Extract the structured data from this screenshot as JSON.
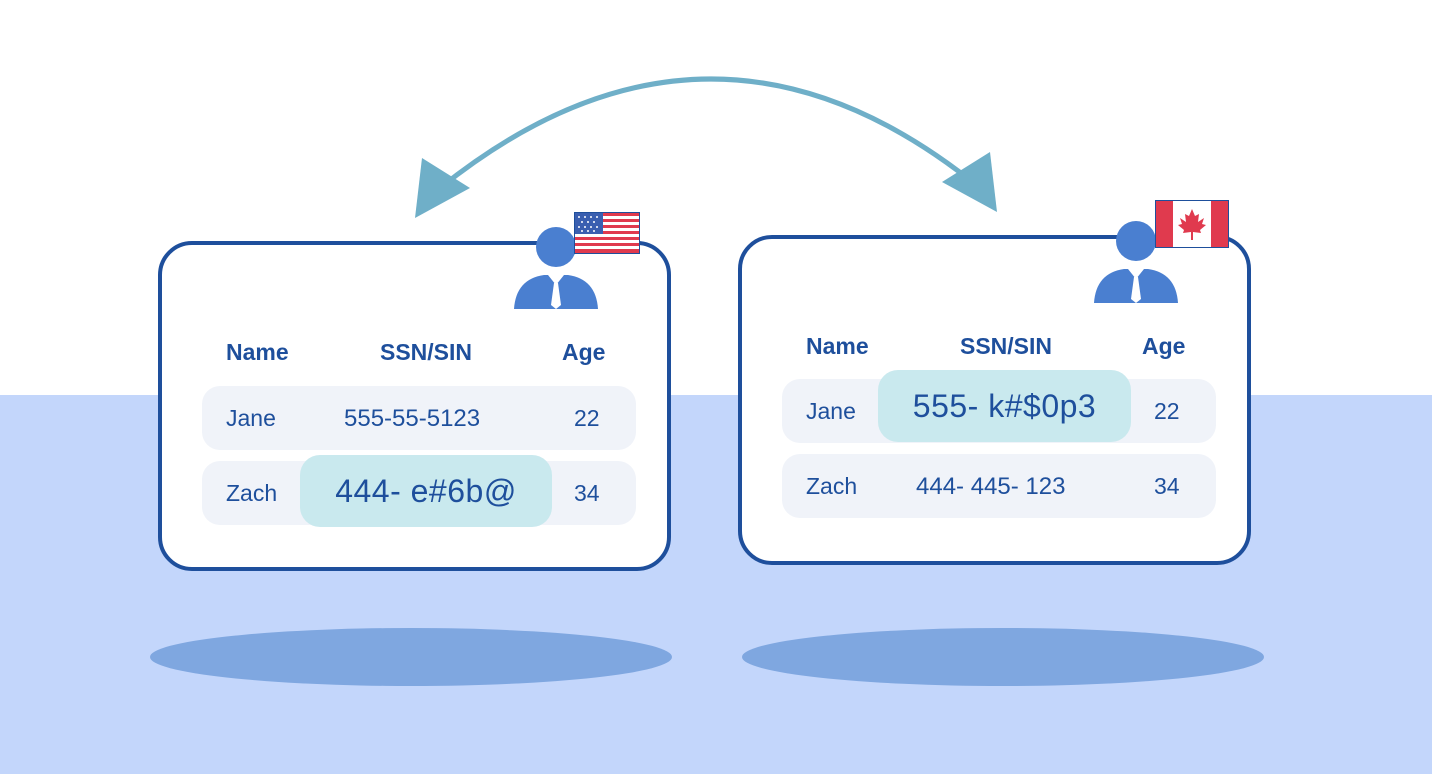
{
  "colors": {
    "floor": "#c3d6fb",
    "shadow": "#7fa7e0",
    "card_border": "#1e4f9c",
    "text": "#1e4f9c",
    "row_bg": "#f0f3f9",
    "highlight": "#c9e9ee",
    "arrow": "#6fafc8",
    "person": "#4a7fd0"
  },
  "icons": {
    "left_flag": "us-flag-icon",
    "right_flag": "canada-flag-icon",
    "person": "person-icon",
    "arrow": "double-headed-arrow"
  },
  "left_table": {
    "headers": {
      "name": "Name",
      "ssn": "SSN/SIN",
      "age": "Age"
    },
    "rows": [
      {
        "name": "Jane",
        "ssn": "555-55-5123",
        "age": "22"
      },
      {
        "name": "Zach",
        "ssn": "444- e#6b@",
        "age": "34",
        "highlighted": true
      }
    ]
  },
  "right_table": {
    "headers": {
      "name": "Name",
      "ssn": "SSN/SIN",
      "age": "Age"
    },
    "rows": [
      {
        "name": "Jane",
        "ssn": "555- k#$0p3",
        "age": "22",
        "highlighted": true
      },
      {
        "name": "Zach",
        "ssn": "444- 445- 123",
        "age": "34"
      }
    ]
  }
}
